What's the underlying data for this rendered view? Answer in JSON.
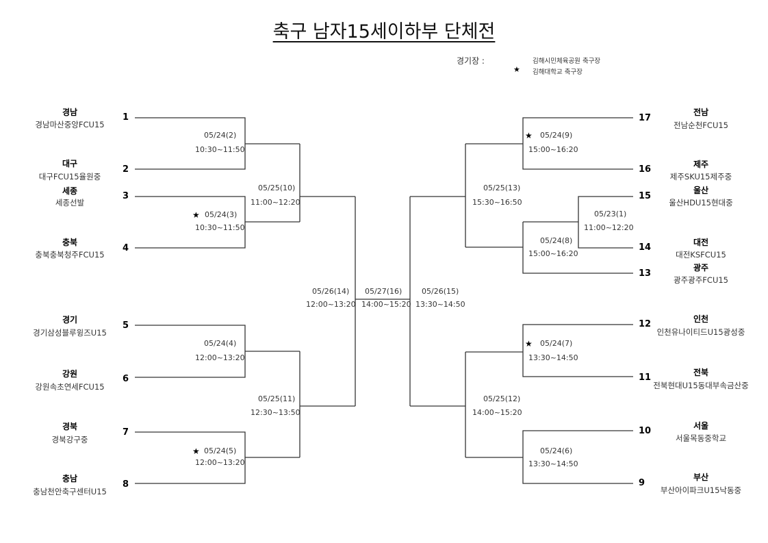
{
  "title": "축구 남자15세이하부 단체전",
  "venues": {
    "label": "경기장 :",
    "items": [
      {
        "name": "김해시민체육공원 축구장",
        "marker": ""
      },
      {
        "name": "김해대학교 축구장",
        "marker": "★"
      }
    ]
  },
  "teams": [
    {
      "seed": "1",
      "region": "경남",
      "name": "경남마산중앙FCU15"
    },
    {
      "seed": "2",
      "region": "대구",
      "name": "대구FCU15율원중"
    },
    {
      "seed": "3",
      "region": "세종",
      "name": "세종선발"
    },
    {
      "seed": "4",
      "region": "충북",
      "name": "충북충북청주FCU15"
    },
    {
      "seed": "5",
      "region": "경기",
      "name": "경기삼성블루윙즈U15"
    },
    {
      "seed": "6",
      "region": "강원",
      "name": "강원속초연세FCU15"
    },
    {
      "seed": "7",
      "region": "경북",
      "name": "경북강구중"
    },
    {
      "seed": "8",
      "region": "충남",
      "name": "충남천안축구센터U15"
    },
    {
      "seed": "17",
      "region": "전남",
      "name": "전남순천FCU15"
    },
    {
      "seed": "16",
      "region": "제주",
      "name": "제주SKU15제주중"
    },
    {
      "seed": "15",
      "region": "울산",
      "name": "울산HDU15현대중"
    },
    {
      "seed": "14",
      "region": "대전",
      "name": "대전KSFCU15"
    },
    {
      "seed": "13",
      "region": "광주",
      "name": "광주광주FCU15"
    },
    {
      "seed": "12",
      "region": "인천",
      "name": "인천유나이티드U15광성중"
    },
    {
      "seed": "11",
      "region": "전북",
      "name": "전북현대U15동대부속금산중"
    },
    {
      "seed": "10",
      "region": "서울",
      "name": "서울목동중학교"
    },
    {
      "seed": "9",
      "region": "부산",
      "name": "부산아이파크U15낙동중"
    }
  ],
  "matches": [
    {
      "id": "m2",
      "date": "05/24(2)",
      "time": "10:30~11:50",
      "star": false
    },
    {
      "id": "m3",
      "date": "05/24(3)",
      "time": "10:30~11:50",
      "star": true
    },
    {
      "id": "m4",
      "date": "05/24(4)",
      "time": "12:00~13:20",
      "star": false
    },
    {
      "id": "m5",
      "date": "05/24(5)",
      "time": "12:00~13:20",
      "star": true
    },
    {
      "id": "m10",
      "date": "05/25(10)",
      "time": "11:00~12:20",
      "star": false
    },
    {
      "id": "m11",
      "date": "05/25(11)",
      "time": "12:30~13:50",
      "star": false
    },
    {
      "id": "m14",
      "date": "05/26(14)",
      "time": "12:00~13:20",
      "star": false
    },
    {
      "id": "m16",
      "date": "05/27(16)",
      "time": "14:00~15:20",
      "star": false
    },
    {
      "id": "m15",
      "date": "05/26(15)",
      "time": "13:30~14:50",
      "star": false
    },
    {
      "id": "m13",
      "date": "05/25(13)",
      "time": "15:30~16:50",
      "star": false
    },
    {
      "id": "m12",
      "date": "05/25(12)",
      "time": "14:00~15:20",
      "star": false
    },
    {
      "id": "m9",
      "date": "05/24(9)",
      "time": "15:00~16:20",
      "star": true
    },
    {
      "id": "m8",
      "date": "05/24(8)",
      "time": "15:00~16:20",
      "star": false
    },
    {
      "id": "m1",
      "date": "05/23(1)",
      "time": "11:00~12:20",
      "star": false
    },
    {
      "id": "m7",
      "date": "05/24(7)",
      "time": "13:30~14:50",
      "star": true
    },
    {
      "id": "m6",
      "date": "05/24(6)",
      "time": "13:30~14:50",
      "star": false
    }
  ],
  "star_symbol": "★"
}
